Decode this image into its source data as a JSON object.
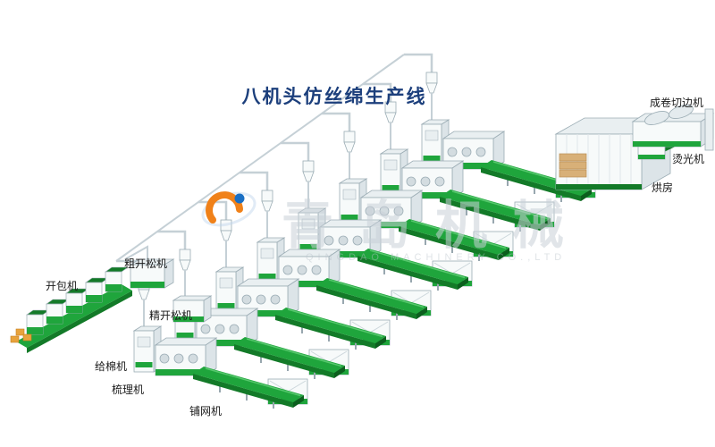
{
  "title": "八机头仿丝绵生产线",
  "watermark": {
    "text": "青岛机械",
    "subtext": "QINGDAO MACHINERY CO.,LTD"
  },
  "labels": [
    {
      "id": "roll-cutter",
      "text": "成卷切边机"
    },
    {
      "id": "ironing",
      "text": "烫光机"
    },
    {
      "id": "drying-room",
      "text": "烘房"
    },
    {
      "id": "coarse-opener",
      "text": "粗开松机"
    },
    {
      "id": "bale-opener",
      "text": "开包机"
    },
    {
      "id": "fine-opener",
      "text": "精开松机"
    },
    {
      "id": "cotton-feeder",
      "text": "给棉机"
    },
    {
      "id": "carding",
      "text": "梳理机"
    },
    {
      "id": "web-layer",
      "text": "铺网机"
    }
  ],
  "colors": {
    "green": "#1fa53c",
    "green_dark": "#137a28",
    "green_darker": "#0c5f1e",
    "green_light": "#56c76c",
    "machine_body": "#f7fafa",
    "machine_top": "#e9eff1",
    "machine_side": "#dce4e8",
    "outline": "#9cadb5",
    "pipe": "#c5d0d6",
    "tan": "#d8b078",
    "tan_dark": "#b98f54",
    "title": "#1c3f7c",
    "label": "#1a1a1a",
    "watermark": "#c9d1d8",
    "logo_orange": "#f08119",
    "logo_blue": "#1a6fc4",
    "bale_orange": "#e8a33d"
  }
}
